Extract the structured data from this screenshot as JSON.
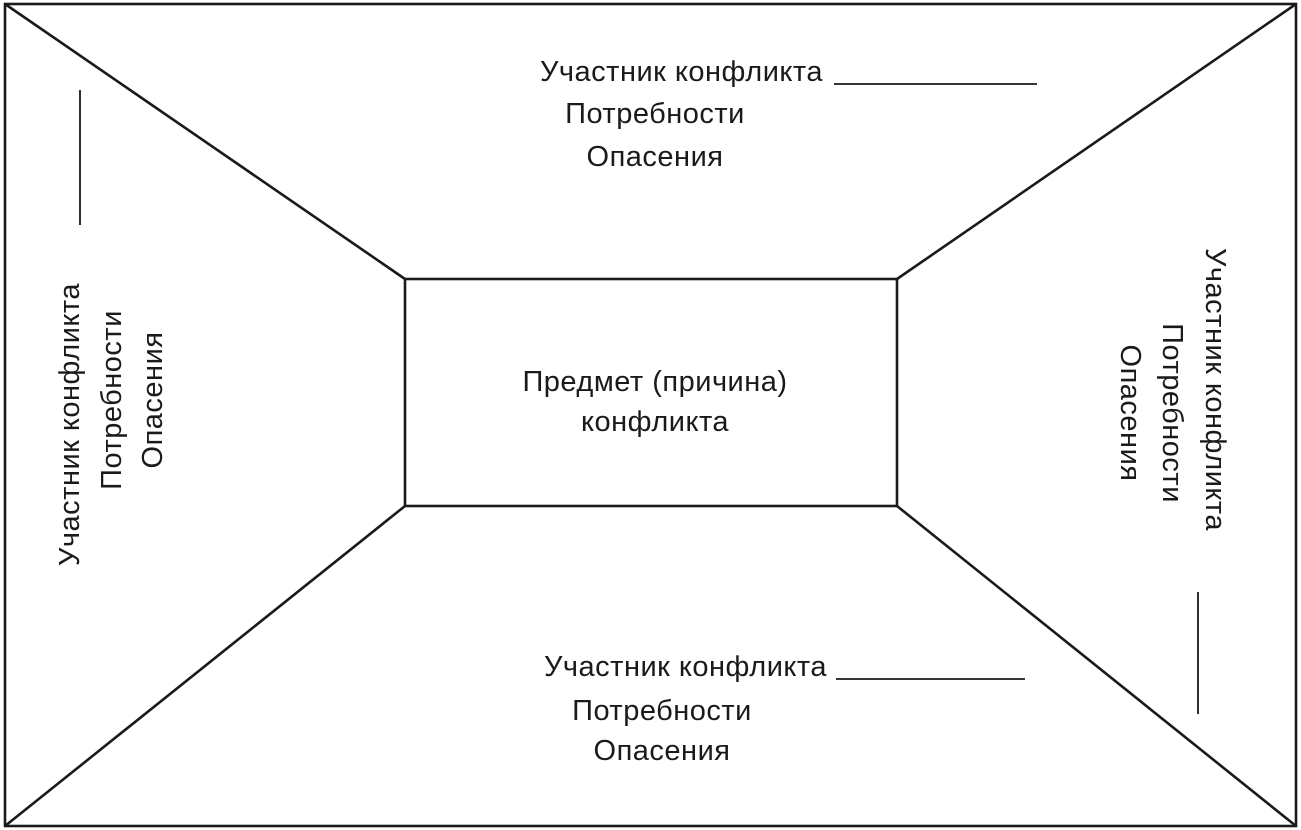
{
  "center": {
    "line1": "Предмет (причина)",
    "line2": "конфликта"
  },
  "panels": {
    "top": {
      "participant": "Участник конфликта",
      "needs": "Потребности",
      "fears": "Опасения"
    },
    "bottom": {
      "participant": "Участник конфликта",
      "needs": "Потребности",
      "fears": "Опасения"
    },
    "left": {
      "participant": "Участник конфликта",
      "needs": "Потребности",
      "fears": "Опасения"
    },
    "right": {
      "participant": "Участник конфликта",
      "needs": "Потребности",
      "fears": "Опасения"
    }
  },
  "colors": {
    "ink": "#1a1a1a",
    "background": "#ffffff"
  }
}
